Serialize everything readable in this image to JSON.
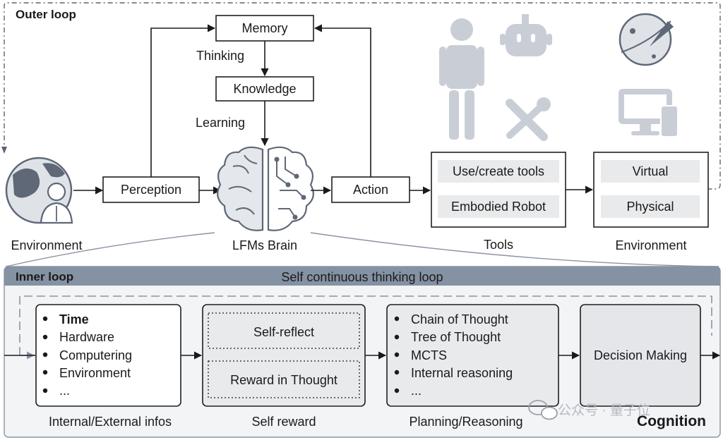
{
  "outer_loop": {
    "title": "Outer loop",
    "memory": "Memory",
    "knowledge": "Knowledge",
    "thinking": "Thinking",
    "learning": "Learning",
    "perception": "Perception",
    "action": "Action",
    "environment_left": "Environment",
    "brain_label": "LFMs Brain",
    "tools_label": "Tools",
    "tools_items": [
      "Use/create tools",
      "Embodied Robot"
    ],
    "environment_right": "Environment",
    "environment_items": [
      "Virtual",
      "Physical"
    ]
  },
  "inner_loop": {
    "title": "Inner loop",
    "subtitle": "Self continuous thinking loop",
    "infos": {
      "items": [
        "Time",
        "Hardware",
        "Computering",
        "Environment",
        "..."
      ],
      "caption": "Internal/External infos"
    },
    "self_reward": {
      "items": [
        "Self-reflect",
        "Reward in Thought"
      ],
      "caption": "Self reward"
    },
    "planning": {
      "items": [
        "Chain of Thought",
        "Tree of Thought",
        "MCTS",
        "Internal reasoning",
        "..."
      ],
      "caption": "Planning/Reasoning"
    },
    "decision": "Decision Making",
    "cognition": "Cognition"
  },
  "watermark": "公众号 · 量子位",
  "colors": {
    "panel_header": "#8592a3",
    "panel_bg": "#f3f4f6",
    "gray_box": "#e9eaec",
    "icon": "#c9ced6"
  },
  "icons": [
    "globe-person-icon",
    "brain-icon",
    "humanoid-robot-icon",
    "robot-head-icon",
    "tools-icon",
    "planet-rocket-icon",
    "computer-icon",
    "wechat-icon"
  ]
}
